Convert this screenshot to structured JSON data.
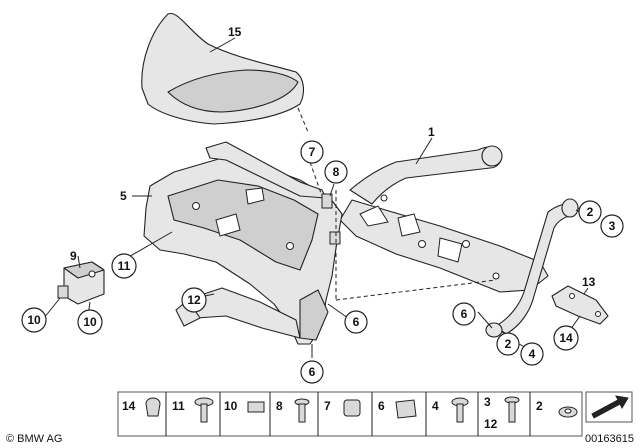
{
  "callouts": {
    "c1": "1",
    "c2a": "2",
    "c3": "3",
    "c5": "5",
    "c6a": "6",
    "c6b": "6",
    "c6c": "6",
    "c7": "7",
    "c8": "8",
    "c9": "9",
    "c10a": "10",
    "c10b": "10",
    "c11": "11",
    "c12": "12",
    "c13": "13",
    "c14": "14",
    "c15": "15",
    "c2b": "2",
    "c4": "4"
  },
  "legend": {
    "items": [
      {
        "label": "14"
      },
      {
        "label": "11"
      },
      {
        "label": "10"
      },
      {
        "label": "8"
      },
      {
        "label": "7"
      },
      {
        "label": "6"
      },
      {
        "label": "4"
      },
      {
        "label": "3"
      },
      {
        "label": "12"
      },
      {
        "label": "2"
      }
    ]
  },
  "footer": {
    "brand": "© BMW AG",
    "diagram_number": "00163615"
  },
  "icons": [
    "bmw-copyright-mark",
    "arrow-icon"
  ]
}
